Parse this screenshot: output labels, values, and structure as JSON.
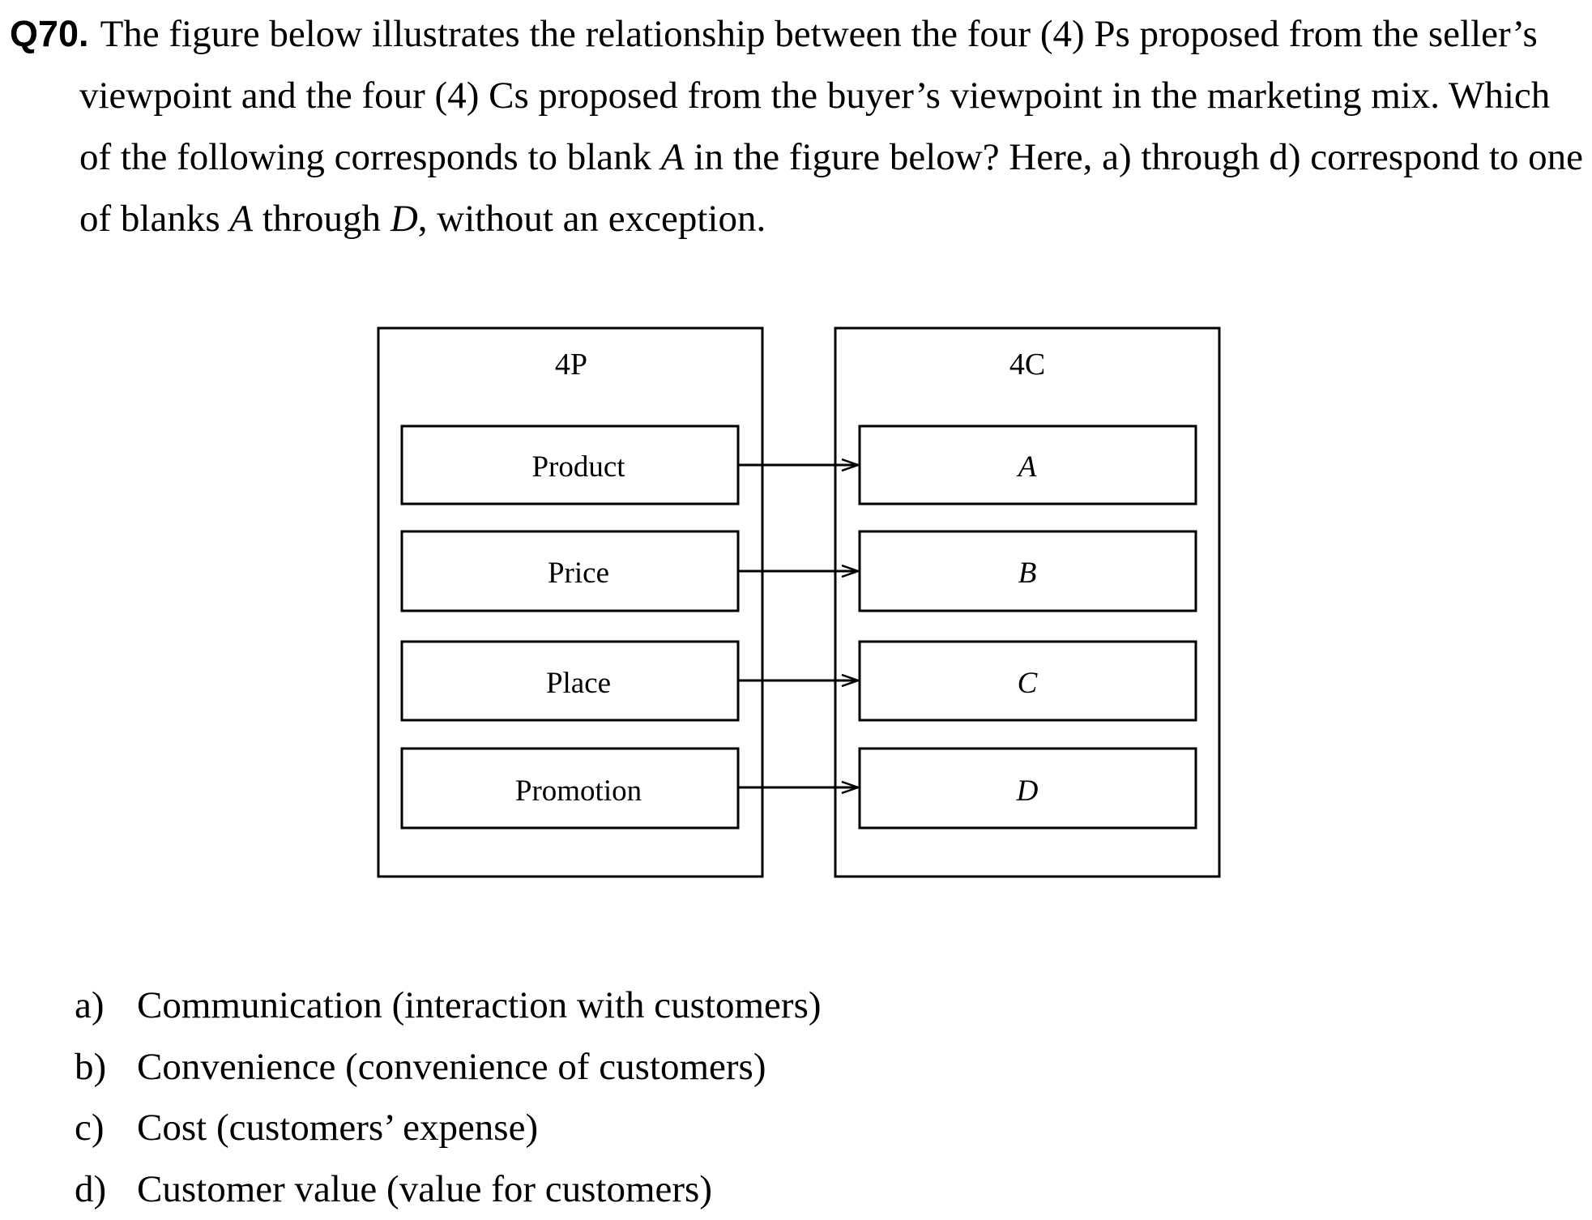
{
  "question": {
    "number": "Q70.",
    "text_1": "The figure below illustrates the relationship between the four (4) Ps proposed from the seller’s viewpoint and the four (4) Cs proposed from the buyer’s viewpoint in the marketing mix. Which of the following corresponds to blank ",
    "blank_ref": "A",
    "text_2": " in the figure below? Here, a) through d) correspond to one of blanks ",
    "range_start": "A",
    "text_3": " through ",
    "range_end": "D",
    "text_4": ", without an exception."
  },
  "diagram": {
    "left_title": "4P",
    "right_title": "4C",
    "left_items": [
      "Product",
      "Price",
      "Place",
      "Promotion"
    ],
    "right_items": [
      "A",
      "B",
      "C",
      "D"
    ]
  },
  "options": [
    {
      "key": "a)",
      "text": "Communication (interaction with customers)"
    },
    {
      "key": "b)",
      "text": "Convenience (convenience of customers)"
    },
    {
      "key": "c)",
      "text": "Cost (customers’ expense)"
    },
    {
      "key": "d)",
      "text": "Customer value (value for customers)"
    }
  ]
}
